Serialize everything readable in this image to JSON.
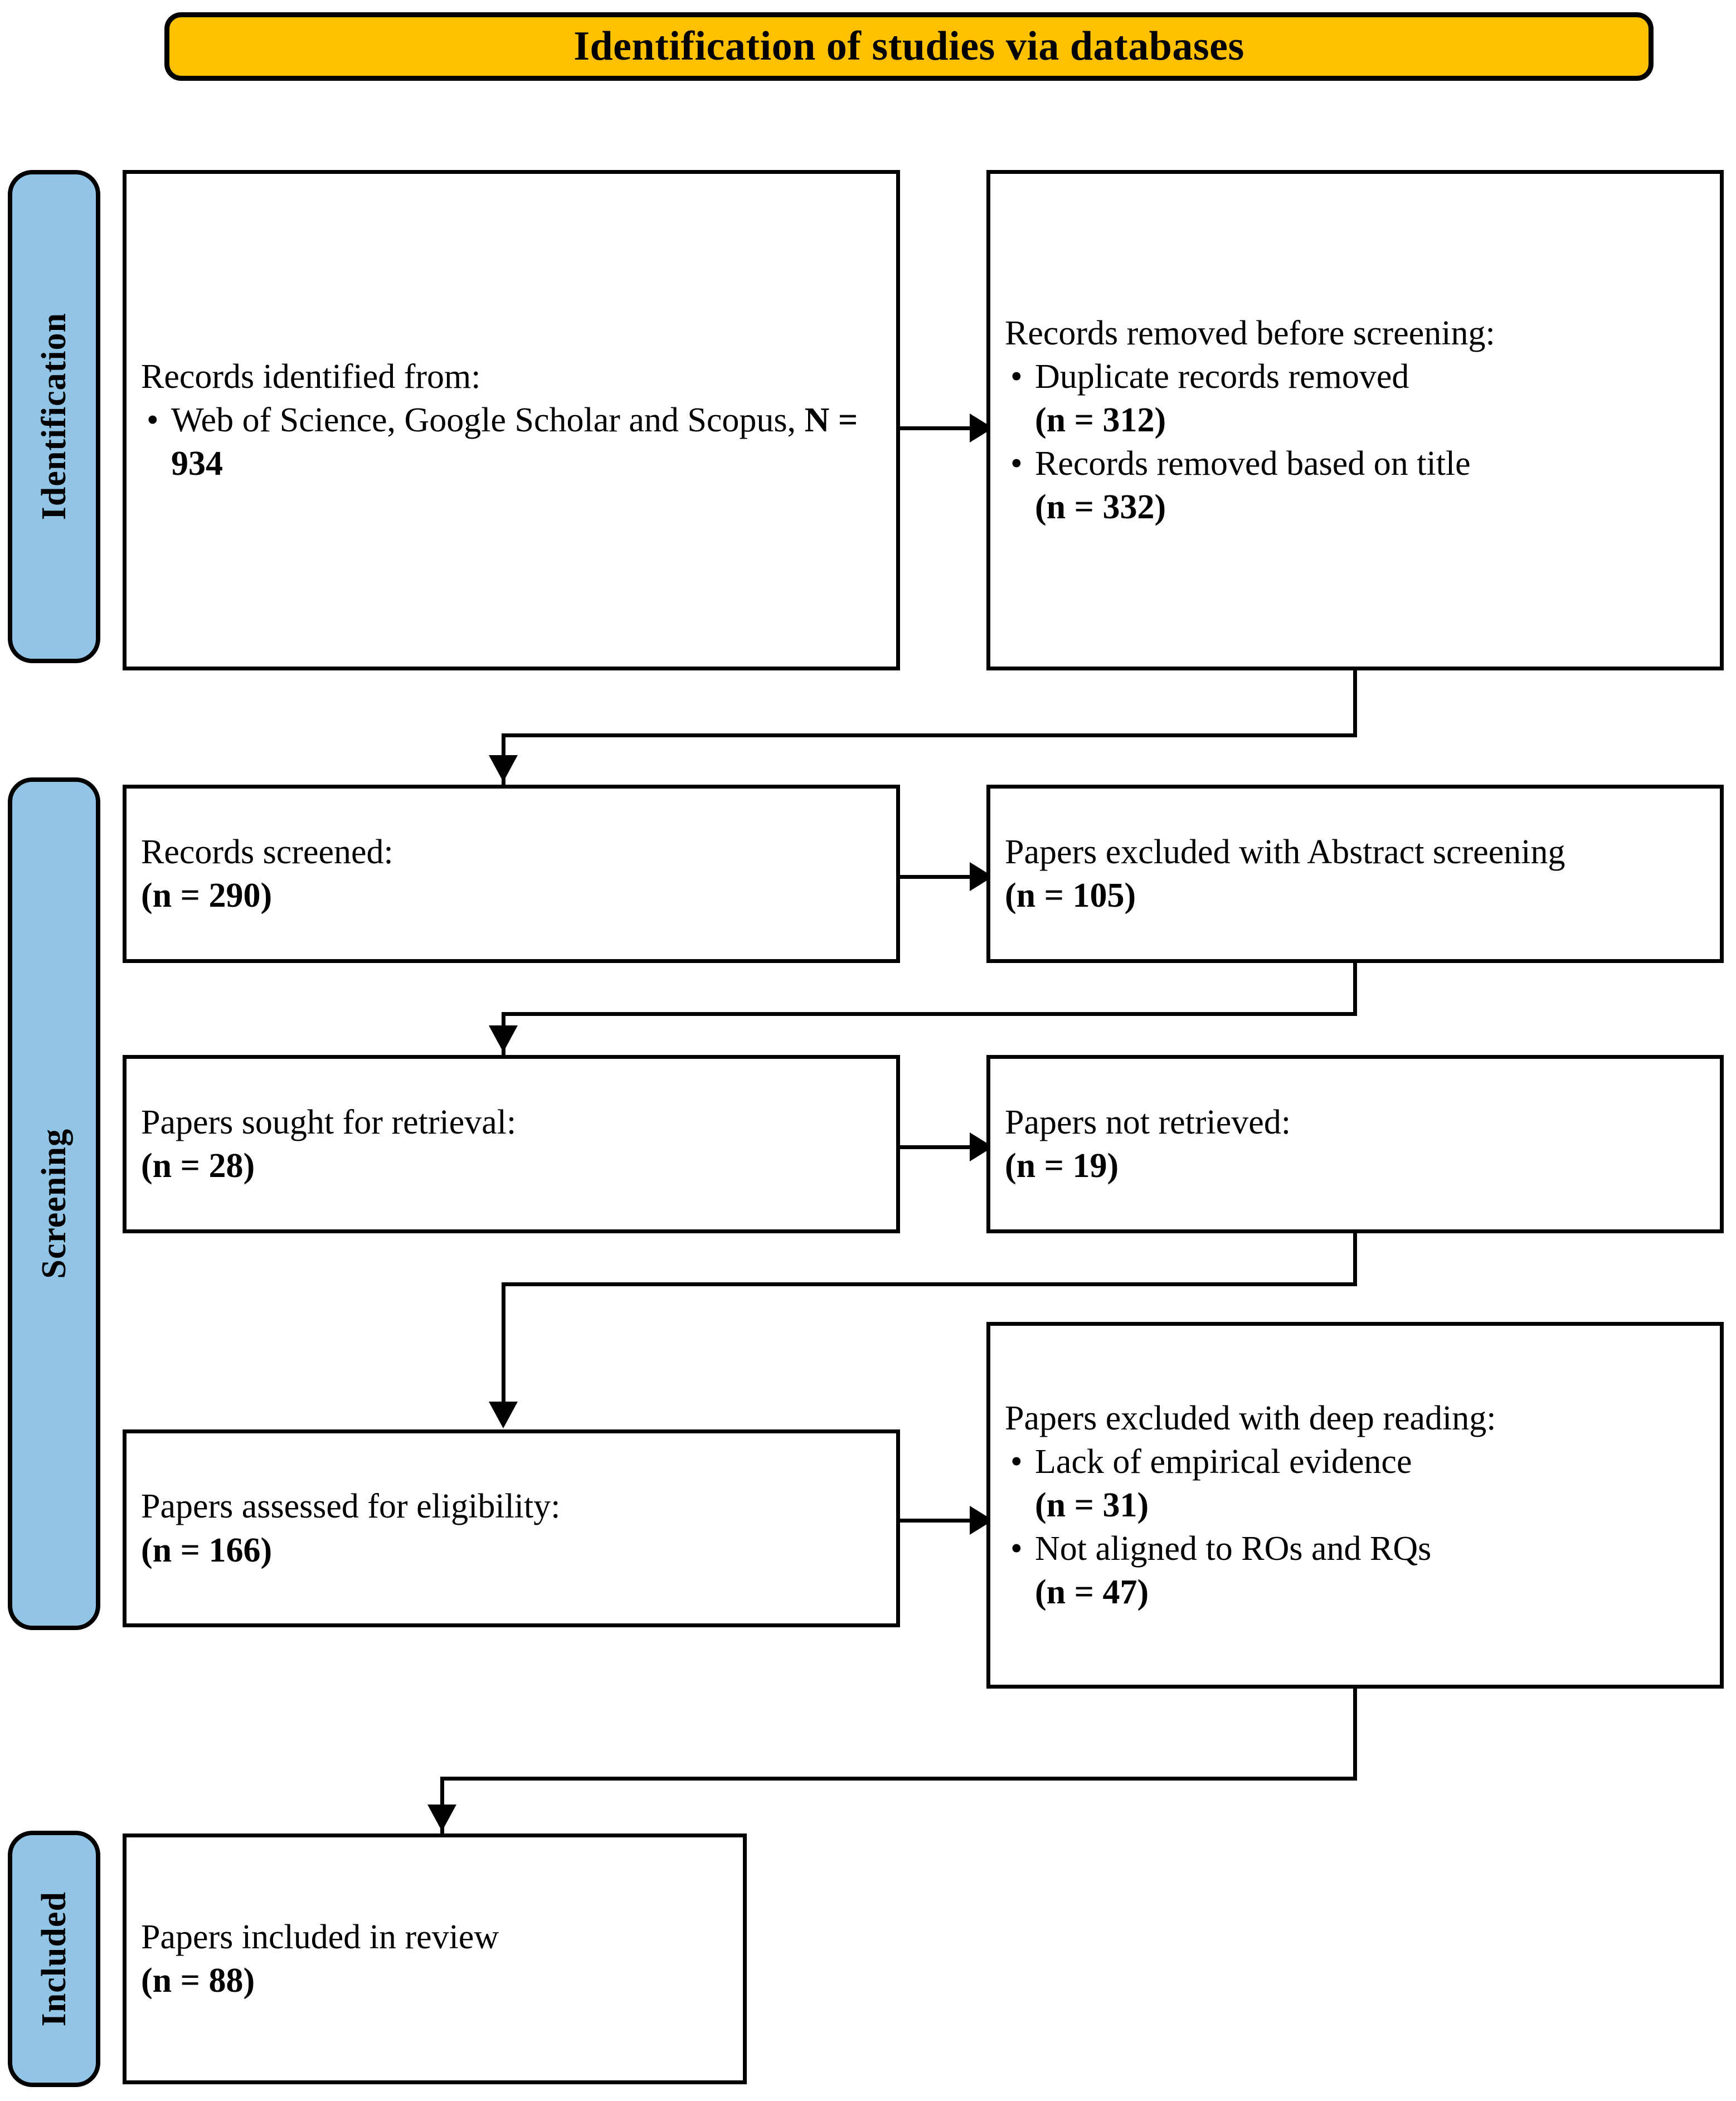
{
  "banner": {
    "title": "Identification of studies via databases",
    "bg_color": "#FFC000",
    "border_color": "#000000"
  },
  "stages": [
    {
      "id": "identification",
      "label": "Identification",
      "color": "#92C5E5"
    },
    {
      "id": "screening",
      "label": "Screening",
      "color": "#92C5E5"
    },
    {
      "id": "included",
      "label": "Included",
      "color": "#92C5E5"
    }
  ],
  "boxes": {
    "records_identified": {
      "heading": "Records identified from:",
      "items": [
        {
          "text": "Web of Science, Google Scholar and Scopus, ",
          "count": "N = 934"
        }
      ]
    },
    "records_removed": {
      "heading": "Records removed before screening:",
      "items": [
        {
          "text": "Duplicate records removed",
          "count": "(n = 312)"
        },
        {
          "text": "Records removed based on title",
          "count": "(n = 332)"
        }
      ]
    },
    "records_screened": {
      "heading": "Records screened:",
      "count": "(n = 290)"
    },
    "excluded_abstract": {
      "heading": "Papers excluded with Abstract screening",
      "count": "(n = 105)"
    },
    "sought_retrieval": {
      "heading": "Papers sought for retrieval:",
      "count": "(n = 28)"
    },
    "not_retrieved": {
      "heading": "Papers not retrieved:",
      "count": "(n = 19)"
    },
    "assessed_eligibility": {
      "heading": "Papers assessed for eligibility:",
      "count": "(n = 166)"
    },
    "excluded_deep_reading": {
      "heading": "Papers excluded with deep reading:",
      "items": [
        {
          "text": "Lack of empirical evidence",
          "count": "(n = 31)"
        },
        {
          "text": "Not aligned to ROs and RQs",
          "count": "(n = 47)"
        }
      ]
    },
    "papers_included": {
      "heading": "Papers included in review",
      "count": "(n = 88)"
    }
  }
}
